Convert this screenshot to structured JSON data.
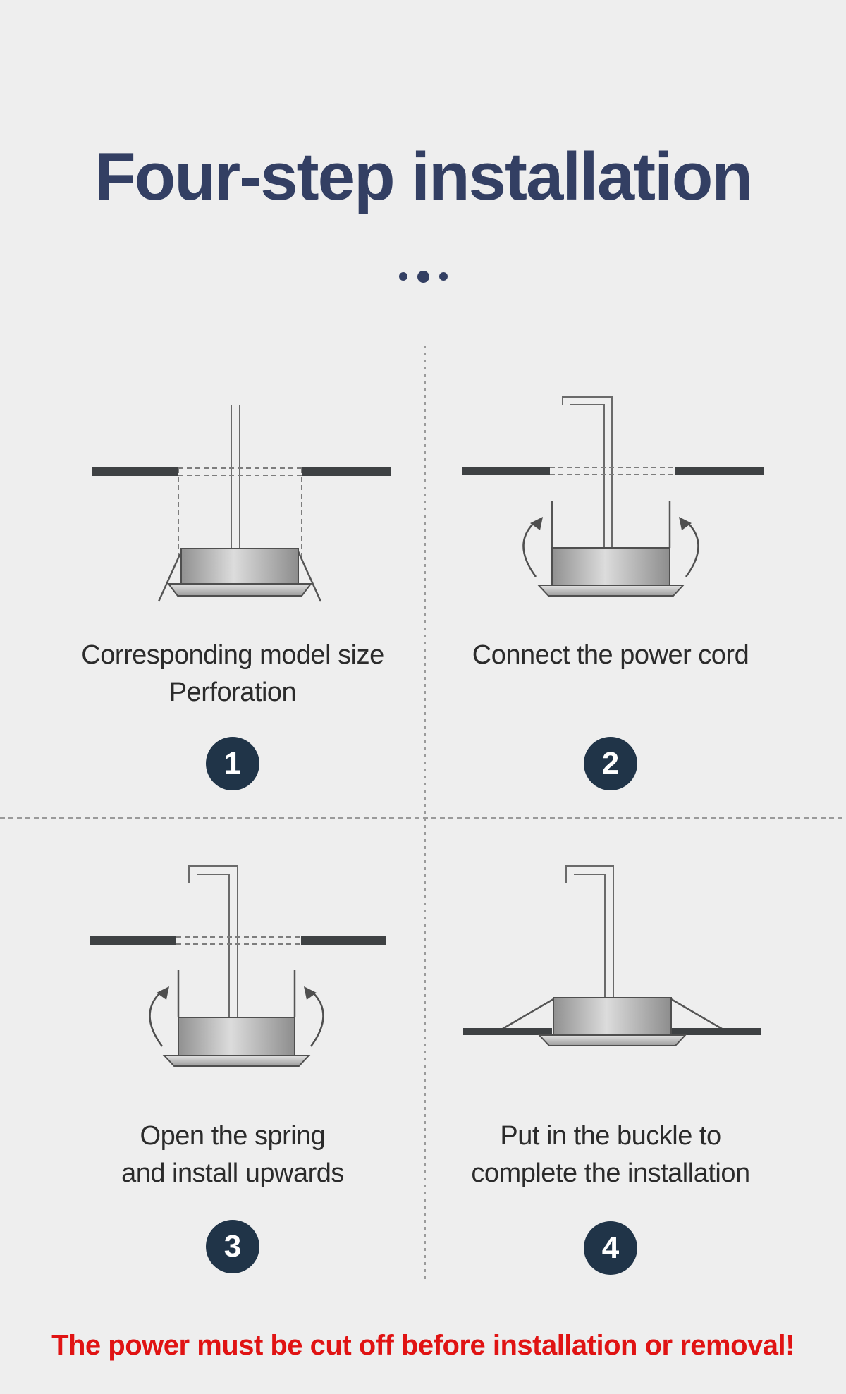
{
  "page": {
    "title": "Four-step installation",
    "warning": "The power must be cut off before installation or removal!"
  },
  "colors": {
    "background": "#eeeeee",
    "title_navy": "#333f63",
    "badge_navy": "#203448",
    "warning_red": "#e01313",
    "caption_dark": "#2b2b2b",
    "ceiling_dark": "#3e4143",
    "divider_gray": "#9a9a9a",
    "metal_light": "#dcdcdc",
    "metal_dark": "#8f8f8f"
  },
  "steps": [
    {
      "number": "1",
      "caption": [
        "Corresponding model size",
        "Perforation"
      ],
      "diagram": "drill-hole-to-model-size"
    },
    {
      "number": "2",
      "caption": [
        "Connect the power cord"
      ],
      "diagram": "connect-power-cord"
    },
    {
      "number": "3",
      "caption": [
        "Open the spring",
        "and install upwards"
      ],
      "diagram": "open-spring-install-upwards"
    },
    {
      "number": "4",
      "caption": [
        "Put in the buckle to",
        "complete the installation"
      ],
      "diagram": "buckle-complete-installation"
    }
  ]
}
